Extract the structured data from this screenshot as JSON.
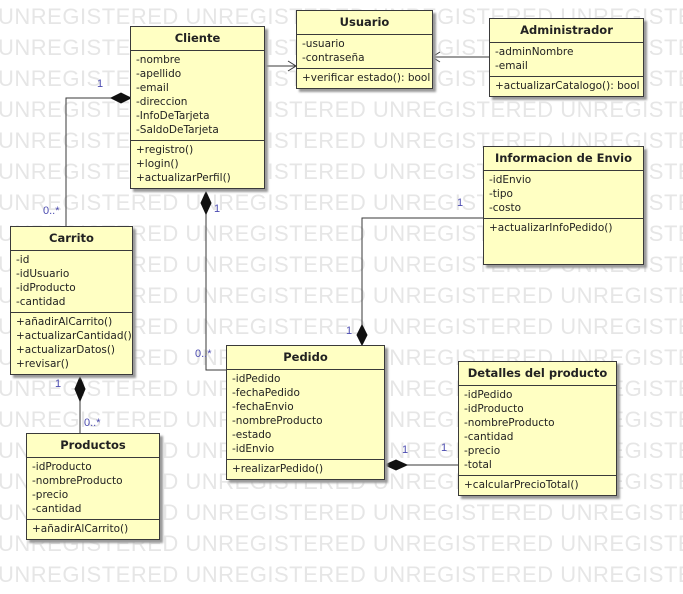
{
  "watermark": "UNREGISTERED",
  "colors": {
    "class_fill": "#ffffc3",
    "class_border": "#3a3a3a",
    "multiplicity": "#4b4bb0",
    "watermark": "#e6e6e6"
  },
  "classes": {
    "cliente": {
      "name": "Cliente",
      "attributes": [
        "-nombre",
        "-apellido",
        "-email",
        "-direccion",
        "-InfoDeTarjeta",
        "-SaldoDeTarjeta"
      ],
      "methods": [
        "+registro()",
        "+login()",
        "+actualizarPerfil()"
      ]
    },
    "usuario": {
      "name": "Usuario",
      "attributes": [
        "-usuario",
        "-contraseña"
      ],
      "methods": [
        "+verificar estado(): bool"
      ]
    },
    "administrador": {
      "name": "Administrador",
      "attributes": [
        "-adminNombre",
        "-email"
      ],
      "methods": [
        "+actualizarCatalogo(): bool"
      ]
    },
    "envio": {
      "name": "Informacion de Envio",
      "attributes": [
        "-idEnvio",
        "-tipo",
        "-costo"
      ],
      "methods": [
        "+actualizarInfoPedido()"
      ]
    },
    "carrito": {
      "name": "Carrito",
      "attributes": [
        "-id",
        "-idUsuario",
        "-idProducto",
        "-cantidad"
      ],
      "methods": [
        "+añadirAlCarrito()",
        "+actualizarCantidad()",
        "+actualizarDatos()",
        "+revisar()"
      ]
    },
    "pedido": {
      "name": "Pedido",
      "attributes": [
        "-idPedido",
        "-fechaPedido",
        "-fechaEnvio",
        "-nombreProducto",
        "-estado",
        "-idEnvio"
      ],
      "methods": [
        "+realizarPedido()"
      ]
    },
    "detalles": {
      "name": "Detalles del producto",
      "attributes": [
        "-idPedido",
        "-idProducto",
        "-nombreProducto",
        "-cantidad",
        "-precio",
        "-total"
      ],
      "methods": [
        "+calcularPrecioTotal()"
      ]
    },
    "productos": {
      "name": "Productos",
      "attributes": [
        "-idProducto",
        "-nombreProducto",
        "-precio",
        "-cantidad"
      ],
      "methods": [
        "+añadirAlCarrito()"
      ]
    }
  },
  "multiplicities": {
    "cliente_carrito_1": "1",
    "cliente_carrito_many": "0..*",
    "cliente_pedido_1": "1",
    "cliente_pedido_many": "0..*",
    "envio_pedido_1a": "1",
    "envio_pedido_1b": "1",
    "carrito_productos_1": "1",
    "carrito_productos_many": "0..*",
    "pedido_detalles_1a": "1",
    "pedido_detalles_1b": "1"
  }
}
